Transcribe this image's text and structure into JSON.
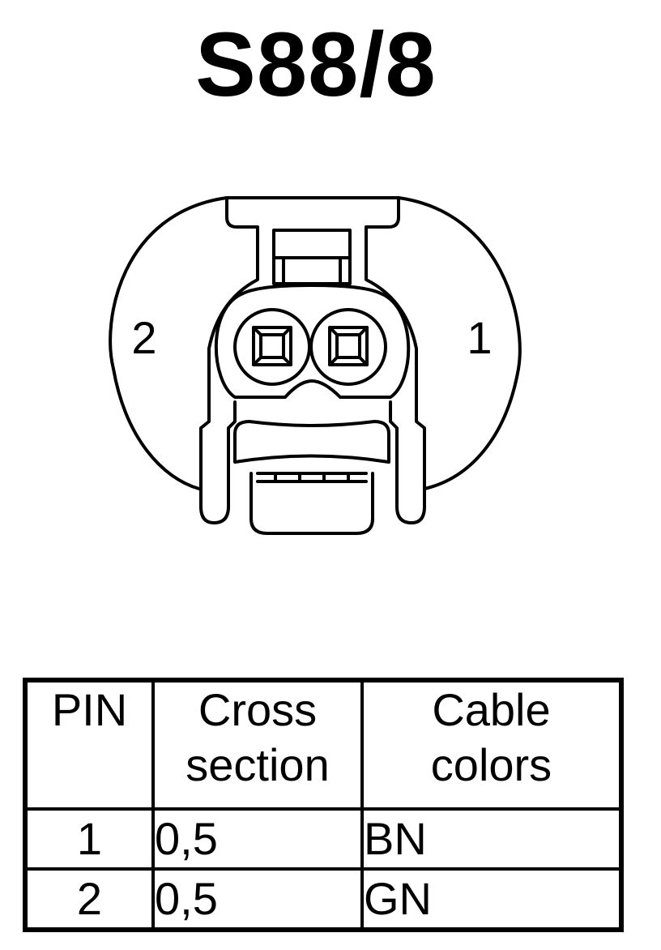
{
  "title": "S88/8",
  "connector": {
    "pin_left": "2",
    "pin_right": "1"
  },
  "table": {
    "headers": {
      "pin": "PIN",
      "cross_line1": "Cross",
      "cross_line2": "section",
      "color_line1": "Cable",
      "color_line2": "colors"
    },
    "rows": [
      {
        "pin": "1",
        "cross": "0,5",
        "color": "BN"
      },
      {
        "pin": "2",
        "cross": "0,5",
        "color": "GN"
      }
    ]
  }
}
